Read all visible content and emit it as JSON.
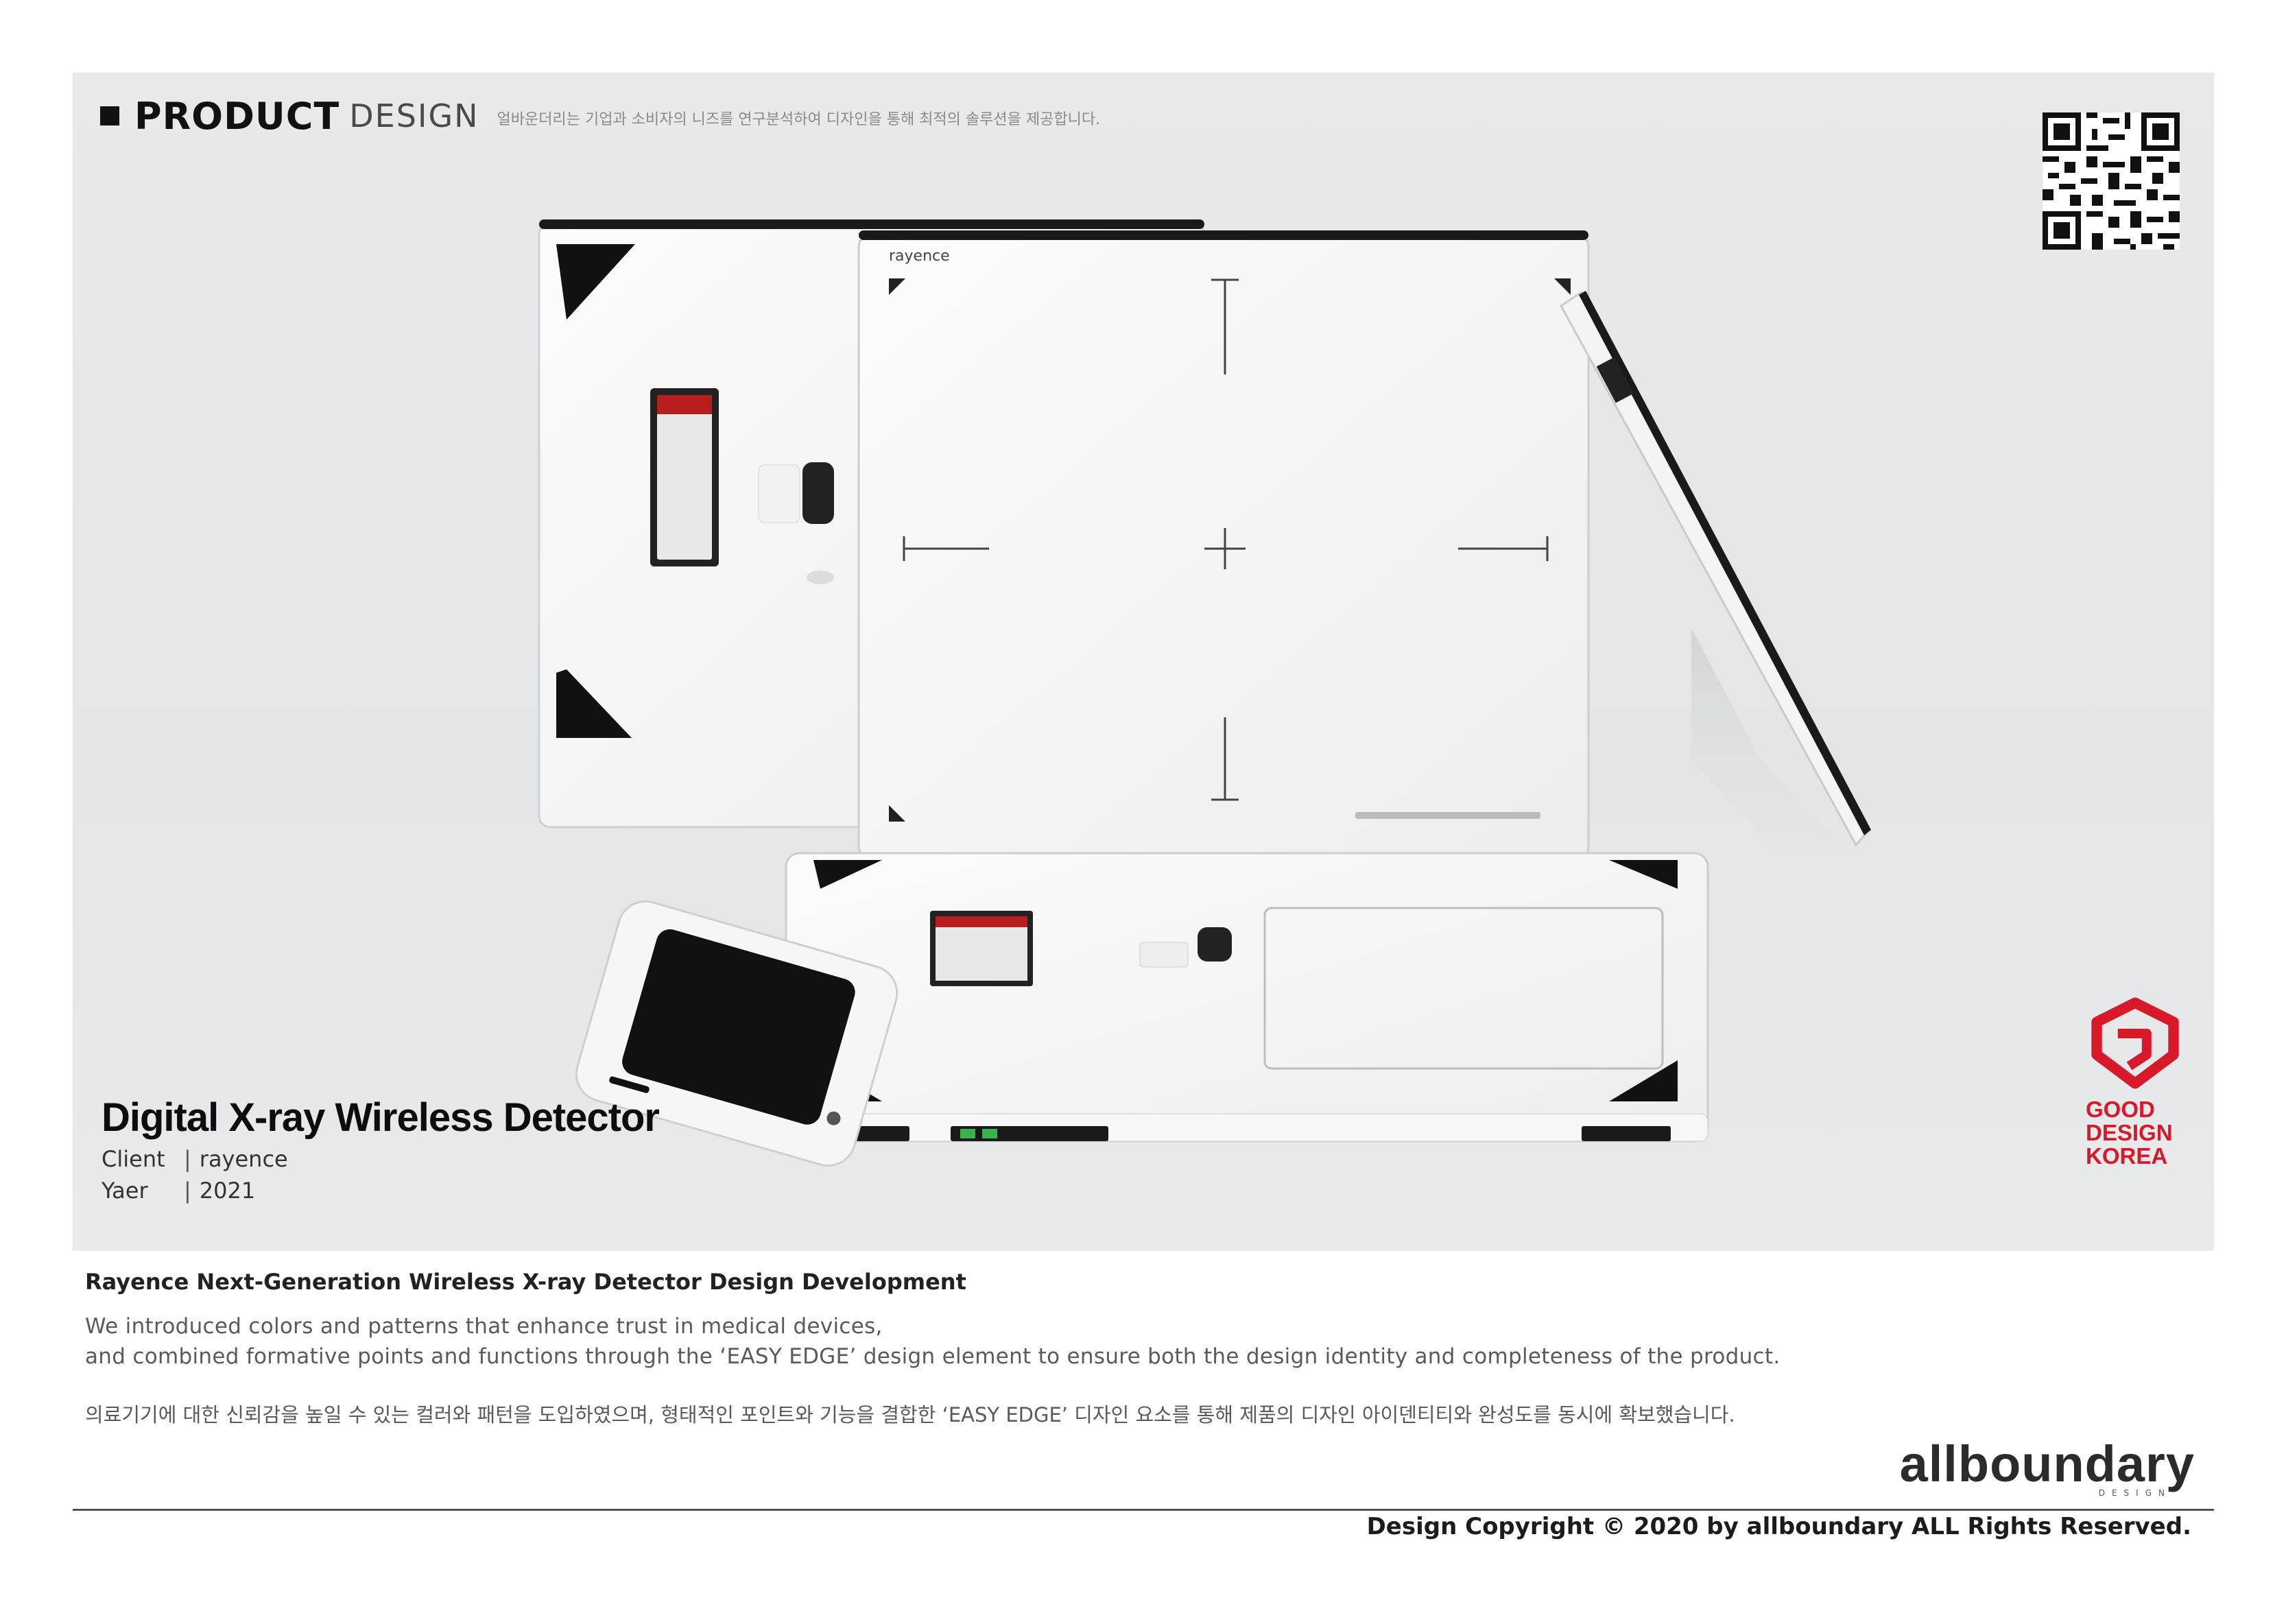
{
  "header": {
    "title_strong": "PRODUCT",
    "title_light": "DESIGN",
    "tagline": "얼바운더리는 기업과 소비자의 니즈를 연구분석하여 디자인을 통해 최적의 솔루션을 제공합니다."
  },
  "product": {
    "title": "Digital X-ray Wireless Detector",
    "meta": [
      {
        "key": "Client",
        "value": "rayence"
      },
      {
        "key": "Yaer",
        "value": "2021"
      }
    ],
    "device_brand": "rayence"
  },
  "award": {
    "lines": [
      "GOOD",
      "DESIGN",
      "KOREA"
    ],
    "color": "#d7192a"
  },
  "description": {
    "title": "Rayence Next-Generation Wireless X-ray Detector Design Development",
    "en_line1": "We introduced colors and patterns that enhance trust in medical devices,",
    "en_line2": "and combined formative points and functions through the ‘EASY EDGE’ design element to ensure both the design identity and completeness of the product.",
    "kr_line": "의료기기에 대한 신뢰감을 높일 수 있는 컬러와 패턴을 도입하였으며, 형태적인 포인트와 기능을 결합한 ‘EASY EDGE’ 디자인 요소를 통해 제품의 디자인 아이덴티티와 완성도를 동시에 확보했습니다."
  },
  "footer": {
    "brand": "allboundary",
    "brand_sub": "DESIGN",
    "copyright": "Design Copyright © 2020 by allboundary ALL Rights Reserved."
  },
  "icons": {
    "header_marker": "square-icon",
    "qr": "qr-code-icon",
    "award_logo": "good-design-logo-icon"
  }
}
